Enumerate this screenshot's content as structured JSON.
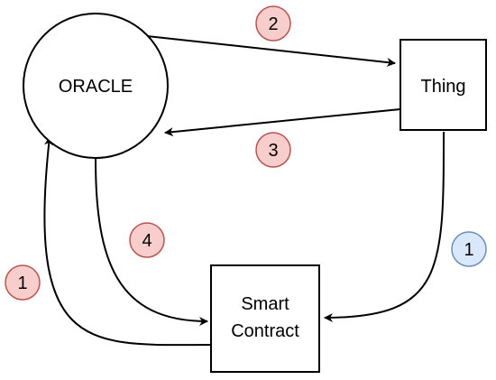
{
  "diagram": {
    "nodes": {
      "oracle": {
        "label": "ORACLE"
      },
      "thing": {
        "label": "Thing"
      },
      "smart_contract": {
        "label_line1": "Smart",
        "label_line2": "Contract"
      }
    },
    "steps": {
      "step_2": {
        "label": "2",
        "color": "#f8cecc",
        "stroke": "#b85450"
      },
      "step_3": {
        "label": "3",
        "color": "#f8cecc",
        "stroke": "#b85450"
      },
      "step_4": {
        "label": "4",
        "color": "#f8cecc",
        "stroke": "#b85450"
      },
      "step_1_red": {
        "label": "1",
        "color": "#f8cecc",
        "stroke": "#b85450"
      },
      "step_1_blue": {
        "label": "1",
        "color": "#dae8fc",
        "stroke": "#6c8ebf"
      }
    }
  }
}
